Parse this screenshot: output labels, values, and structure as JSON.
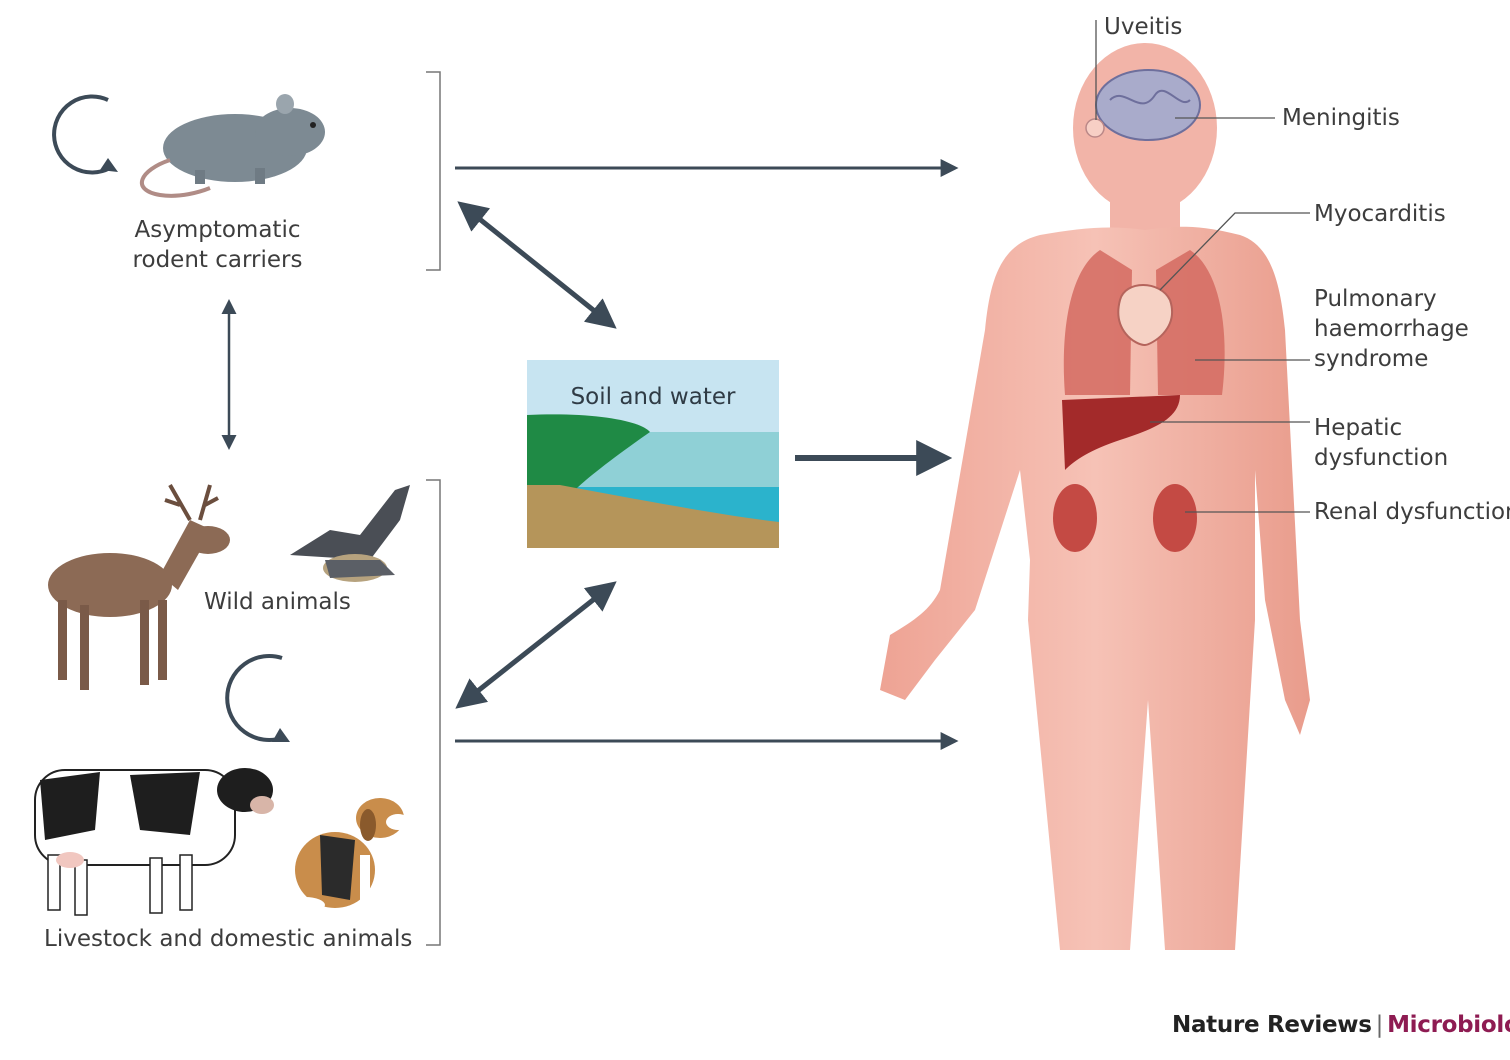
{
  "labels": {
    "rodent": "Asymptomatic\nrodent carriers",
    "wild": "Wild animals",
    "livestock": "Livestock and domestic animals",
    "soil": "Soil and water",
    "uveitis": "Uveitis",
    "meningitis": "Meningitis",
    "myocarditis": "Myocarditis",
    "pulmonary": "Pulmonary\nhaemorrhage\nsyndrome",
    "hepatic": "Hepatic\ndysfunction",
    "renal": "Renal dysfunction"
  },
  "footer": {
    "journal": "Nature Reviews",
    "separator": "|",
    "subject": "Microbiology"
  },
  "colors": {
    "arrow": "#3c4a57",
    "skin": "#f2b4a8",
    "organ": "#c8504a",
    "subject": "#8e1b52"
  }
}
